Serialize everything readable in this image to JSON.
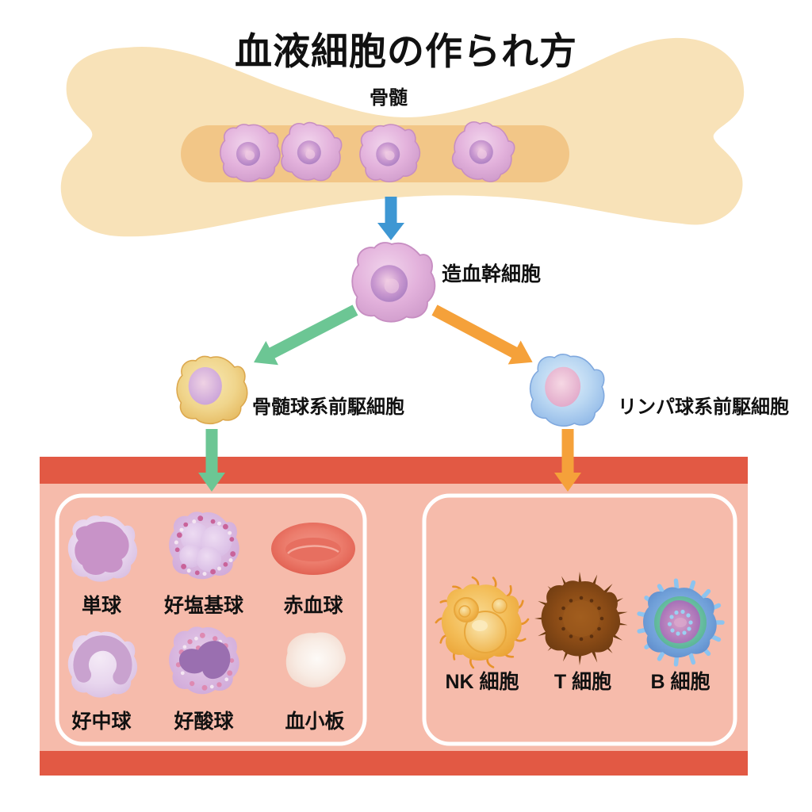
{
  "title": "血液細胞の作られ方",
  "colors": {
    "arrow_blue": "#3E97D3",
    "arrow_green": "#6CC694",
    "arrow_orange": "#F5A13A",
    "vessel_red": "#E25944",
    "vessel_pink": "#F6BBAB",
    "bone_cream": "#F8E2B8",
    "marrow_tan": "#F2C687",
    "panel_border": "#FFFFFF",
    "label_color": "#111111"
  },
  "bone": {
    "label": "骨髄"
  },
  "lineage": {
    "stem_cell": {
      "label": "造血幹細胞"
    },
    "myeloid_progenitor": {
      "label": "骨髄球系前駆細胞"
    },
    "lymphoid_progenitor": {
      "label": "リンパ球系前駆細胞"
    }
  },
  "vessel": {
    "myeloid_cells": [
      {
        "id": "monocyte",
        "label": "単球"
      },
      {
        "id": "basophil",
        "label": "好塩基球"
      },
      {
        "id": "red-blood-cell",
        "label": "赤血球"
      },
      {
        "id": "neutrophil",
        "label": "好中球"
      },
      {
        "id": "eosinophil",
        "label": "好酸球"
      },
      {
        "id": "platelet",
        "label": "血小板"
      }
    ],
    "lymphoid_cells": [
      {
        "id": "nk-cell",
        "label": "NK 細胞"
      },
      {
        "id": "t-cell",
        "label": "T 細胞"
      },
      {
        "id": "b-cell",
        "label": "B 細胞"
      }
    ]
  }
}
